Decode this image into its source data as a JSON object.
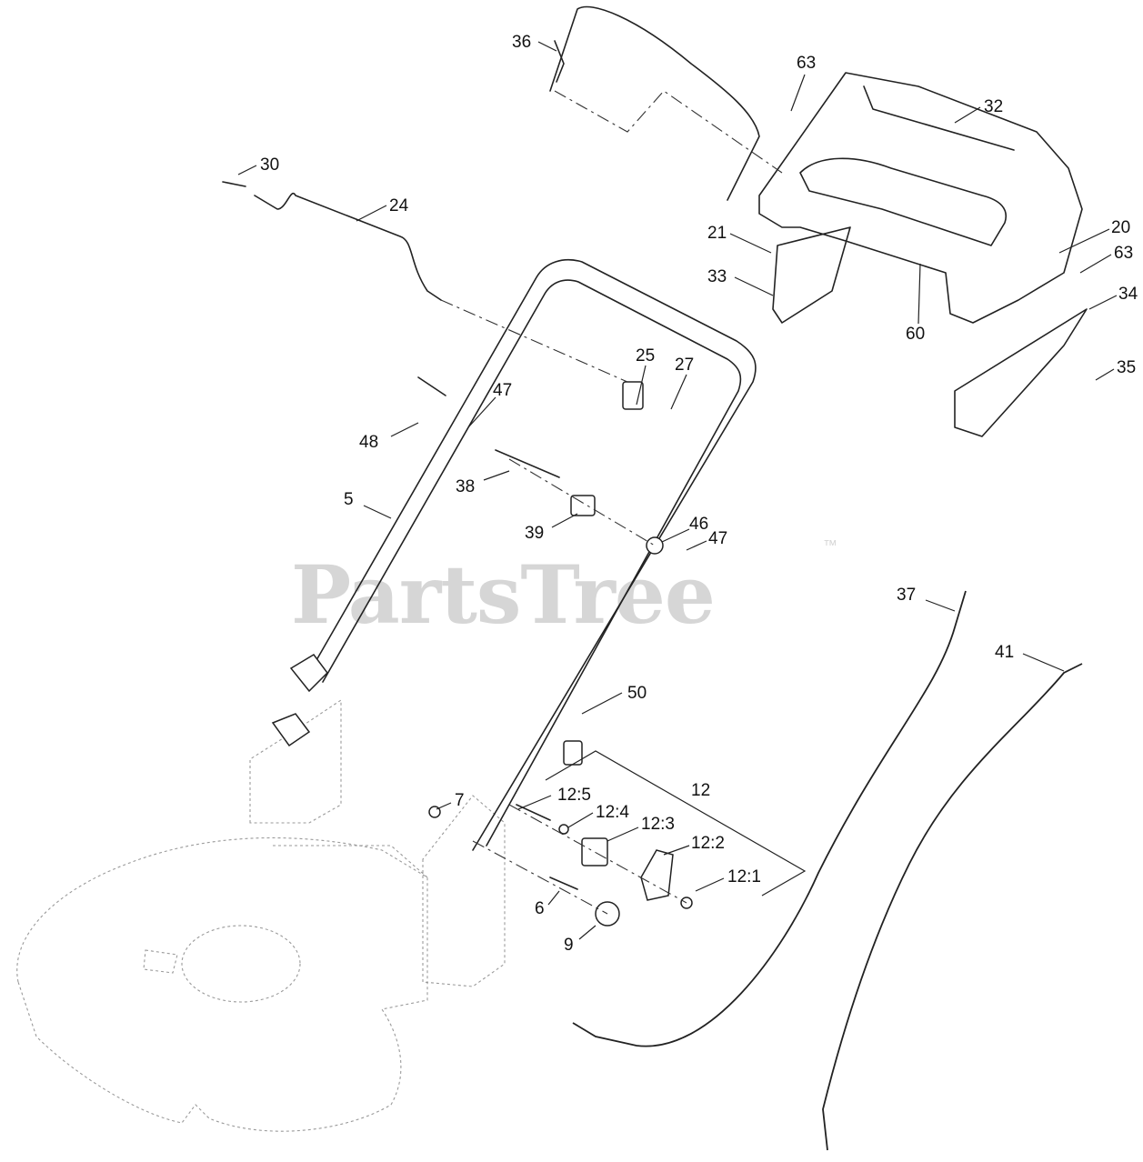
{
  "watermark": {
    "text": "PartsTree",
    "trademark": "™"
  },
  "callouts": [
    {
      "key": "c36",
      "label": "36"
    },
    {
      "key": "c63a",
      "label": "63"
    },
    {
      "key": "c32",
      "label": "32"
    },
    {
      "key": "c30",
      "label": "30"
    },
    {
      "key": "c24",
      "label": "24"
    },
    {
      "key": "c21",
      "label": "21"
    },
    {
      "key": "c20",
      "label": "20"
    },
    {
      "key": "c63b",
      "label": "63"
    },
    {
      "key": "c33",
      "label": "33"
    },
    {
      "key": "c34",
      "label": "34"
    },
    {
      "key": "c60",
      "label": "60"
    },
    {
      "key": "c35",
      "label": "35"
    },
    {
      "key": "c25",
      "label": "25"
    },
    {
      "key": "c27",
      "label": "27"
    },
    {
      "key": "c47a",
      "label": "47"
    },
    {
      "key": "c48",
      "label": "48"
    },
    {
      "key": "c38",
      "label": "38"
    },
    {
      "key": "c5",
      "label": "5"
    },
    {
      "key": "c39",
      "label": "39"
    },
    {
      "key": "c46",
      "label": "46"
    },
    {
      "key": "c47b",
      "label": "47"
    },
    {
      "key": "c37",
      "label": "37"
    },
    {
      "key": "c41",
      "label": "41"
    },
    {
      "key": "c50",
      "label": "50"
    },
    {
      "key": "c12",
      "label": "12"
    },
    {
      "key": "c12_5",
      "label": "12:5"
    },
    {
      "key": "c7",
      "label": "7"
    },
    {
      "key": "c12_4",
      "label": "12:4"
    },
    {
      "key": "c12_3",
      "label": "12:3"
    },
    {
      "key": "c12_2",
      "label": "12:2"
    },
    {
      "key": "c12_1",
      "label": "12:1"
    },
    {
      "key": "c6",
      "label": "6"
    },
    {
      "key": "c9",
      "label": "9"
    }
  ]
}
